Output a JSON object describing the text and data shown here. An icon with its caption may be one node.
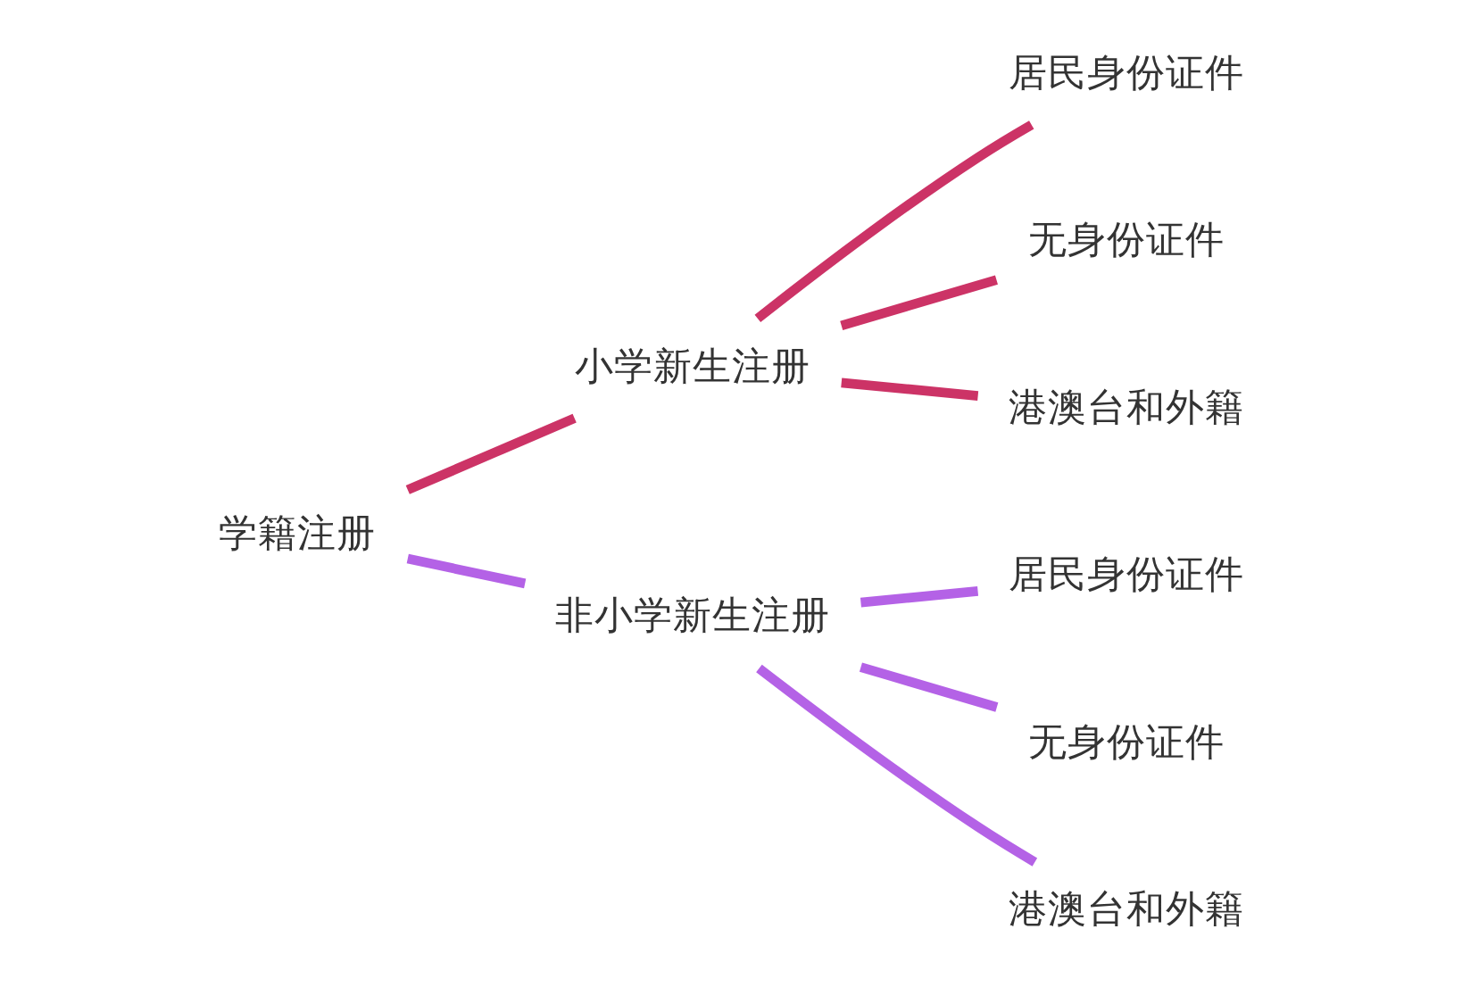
{
  "diagram": {
    "nodes": [
      {
        "text": [
          "学籍注册"
        ]
      },
      {
        "text": [
          "小学新生注册"
        ]
      },
      {
        "text": [
          "居民身份证件"
        ]
      },
      {
        "text": [
          "无身份证件"
        ]
      },
      {
        "text": [
          "港澳台和外籍"
        ]
      },
      {
        "text": [
          "非小学新生注册"
        ]
      },
      {
        "text": [
          "居民身份证件"
        ]
      },
      {
        "text": [
          "无身份证件"
        ]
      },
      {
        "text": [
          "港澳台和外籍"
        ]
      }
    ],
    "edges": [
      {
        "from": 0,
        "to": 1,
        "arrow": "none",
        "color": "#cc3366"
      },
      {
        "from": 1,
        "to": 2,
        "arrow": "none",
        "color": "#cc3366"
      },
      {
        "from": 1,
        "to": 3,
        "arrow": "none",
        "color": "#cc3366"
      },
      {
        "from": 1,
        "to": 4,
        "arrow": "none",
        "color": "#cc3366"
      },
      {
        "from": 0,
        "to": 5,
        "arrow": "none",
        "color": "#b462e6"
      },
      {
        "from": 5,
        "to": 6,
        "arrow": "none",
        "color": "#b462e6"
      },
      {
        "from": 5,
        "to": 7,
        "arrow": "none",
        "color": "#b462e6"
      },
      {
        "from": 5,
        "to": 8,
        "arrow": "none",
        "color": "#b462e6"
      }
    ]
  }
}
